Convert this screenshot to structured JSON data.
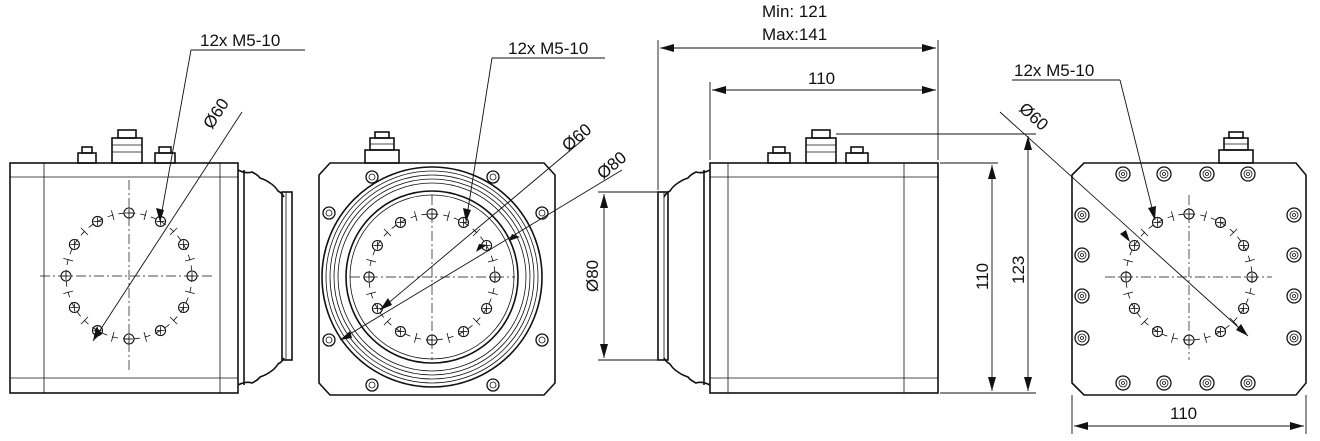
{
  "colors": {
    "line": "#111111",
    "background": "#ffffff"
  },
  "labels": {
    "v1_thread": "12x M5-10",
    "v1_dia60": "Ø60",
    "v2_thread": "12x M5-10",
    "v2_dia60": "Ø60",
    "v2_dia80": "Ø80",
    "v3_len_min": "Min: 121",
    "v3_len_max": "Max:141",
    "v3_len_110": "110",
    "v3_dia80": "Ø80",
    "v3_h110": "110",
    "v3_h123": "123",
    "v4_thread": "12x M5-10",
    "v4_dia60": "Ø60",
    "v4_w110": "110"
  }
}
